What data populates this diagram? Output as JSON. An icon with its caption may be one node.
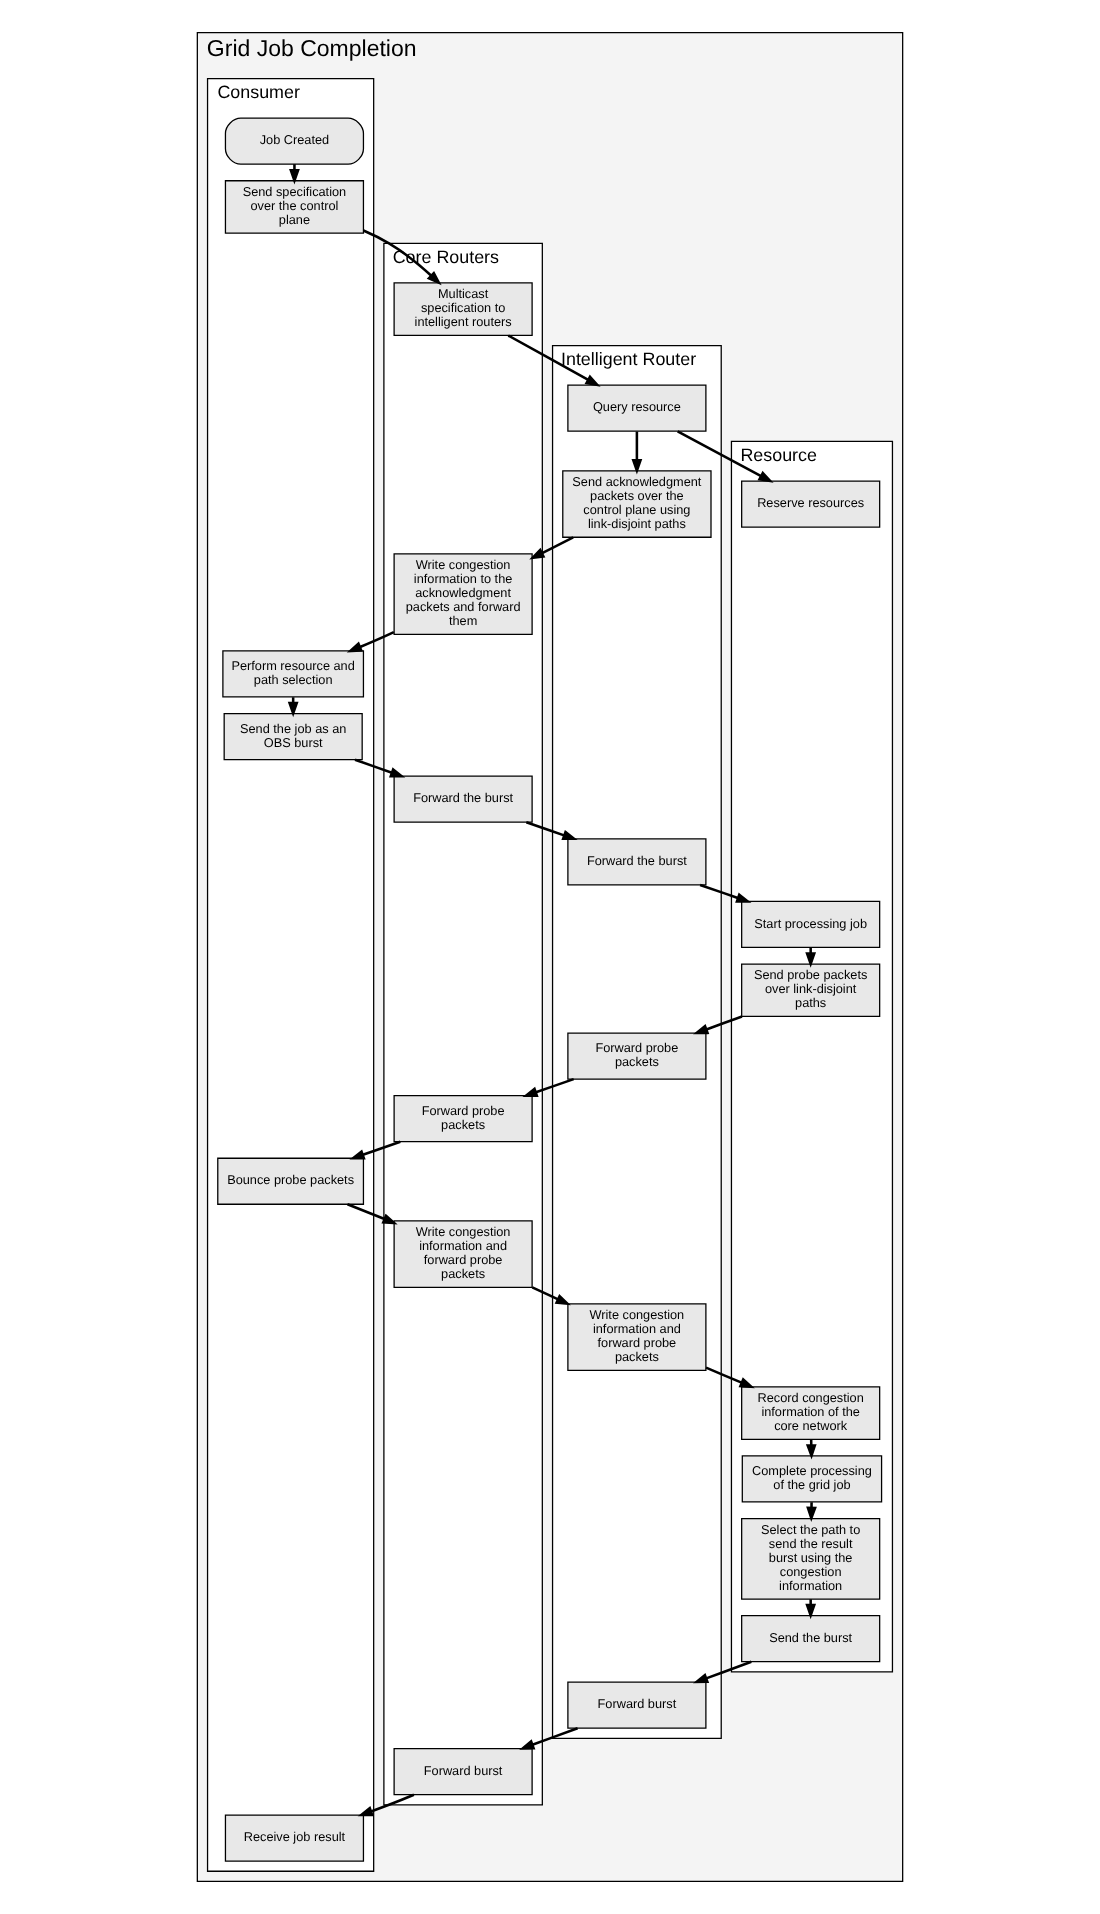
{
  "diagram": {
    "nodes": [
      {
        "text": [
          "Grid Job Completion"
        ]
      },
      {
        "text": [
          "Consumer"
        ],
        "in": 0
      },
      {
        "text": [
          "Core Routers"
        ],
        "in": 0
      },
      {
        "text": [
          "Intelligent Router"
        ],
        "in": 0
      },
      {
        "text": [
          "Resource"
        ],
        "in": 0
      },
      {
        "text": [
          "Job Created"
        ],
        "in": 1
      },
      {
        "text": [
          "Send specification over the control plane"
        ],
        "in": 1
      },
      {
        "text": [
          "Multicast specification to intelligent routers"
        ],
        "in": 2
      },
      {
        "text": [
          "Query resource"
        ],
        "in": 3
      },
      {
        "text": [
          "Reserve resources"
        ],
        "in": 4
      },
      {
        "text": [
          "Send acknowledgment packets over the control plane using link-disjoint paths"
        ],
        "in": 3
      },
      {
        "text": [
          "Write congestion information to the acknowledgment packets and forward them"
        ],
        "in": 2
      },
      {
        "text": [
          "Perform resource and path selection"
        ],
        "in": 1
      },
      {
        "text": [
          "Send the job as an OBS burst"
        ],
        "in": 1
      },
      {
        "text": [
          "Forward the burst"
        ],
        "in": 2
      },
      {
        "text": [
          "Forward the burst"
        ],
        "in": 3
      },
      {
        "text": [
          "Start processing job"
        ],
        "in": 4
      },
      {
        "text": [
          "Send probe packets over link-disjoint paths"
        ],
        "in": 4
      },
      {
        "text": [
          "Forward probe packets"
        ],
        "in": 3
      },
      {
        "text": [
          "Forward probe packets"
        ],
        "in": 2
      },
      {
        "text": [
          "Bounce probe packets"
        ],
        "in": 1
      },
      {
        "text": [
          "Write congestion information and forward probe packets"
        ],
        "in": 2
      },
      {
        "text": [
          "Write congestion information and forward probe packets"
        ],
        "in": 3
      },
      {
        "text": [
          "Record congestion information of the core network"
        ],
        "in": 4
      },
      {
        "text": [
          "Complete processing of the grid job"
        ],
        "in": 4
      },
      {
        "text": [
          "Select the path to send the result burst using the congestion information"
        ],
        "in": 4
      },
      {
        "text": [
          "Send the burst"
        ],
        "in": 4
      },
      {
        "text": [
          "Forward burst"
        ],
        "in": 3
      },
      {
        "text": [
          "Forward burst"
        ],
        "in": 2
      },
      {
        "text": [
          "Receive job result"
        ],
        "in": 1
      }
    ],
    "edges": [
      {
        "from": 5,
        "to": 6,
        "arrow": "to"
      },
      {
        "from": 6,
        "to": 7,
        "arrow": "to"
      },
      {
        "from": 7,
        "to": 8,
        "arrow": "to"
      },
      {
        "from": 8,
        "to": 9,
        "arrow": "to"
      },
      {
        "from": 8,
        "to": 10,
        "arrow": "to"
      },
      {
        "from": 10,
        "to": 11,
        "arrow": "to"
      },
      {
        "from": 11,
        "to": 12,
        "arrow": "to"
      },
      {
        "from": 12,
        "to": 13,
        "arrow": "to"
      },
      {
        "from": 13,
        "to": 14,
        "arrow": "to"
      },
      {
        "from": 14,
        "to": 15,
        "arrow": "to"
      },
      {
        "from": 15,
        "to": 16,
        "arrow": "to"
      },
      {
        "from": 16,
        "to": 17,
        "arrow": "to"
      },
      {
        "from": 17,
        "to": 18,
        "arrow": "to"
      },
      {
        "from": 18,
        "to": 19,
        "arrow": "to"
      },
      {
        "from": 19,
        "to": 20,
        "arrow": "to"
      },
      {
        "from": 20,
        "to": 21,
        "arrow": "to"
      },
      {
        "from": 21,
        "to": 22,
        "arrow": "to"
      },
      {
        "from": 22,
        "to": 23,
        "arrow": "to"
      },
      {
        "from": 23,
        "to": 24,
        "arrow": "to"
      },
      {
        "from": 24,
        "to": 25,
        "arrow": "to"
      },
      {
        "from": 25,
        "to": 26,
        "arrow": "to"
      },
      {
        "from": 26,
        "to": 27,
        "arrow": "to"
      },
      {
        "from": 27,
        "to": 28,
        "arrow": "to"
      },
      {
        "from": 28,
        "to": 29,
        "arrow": "to"
      }
    ]
  }
}
